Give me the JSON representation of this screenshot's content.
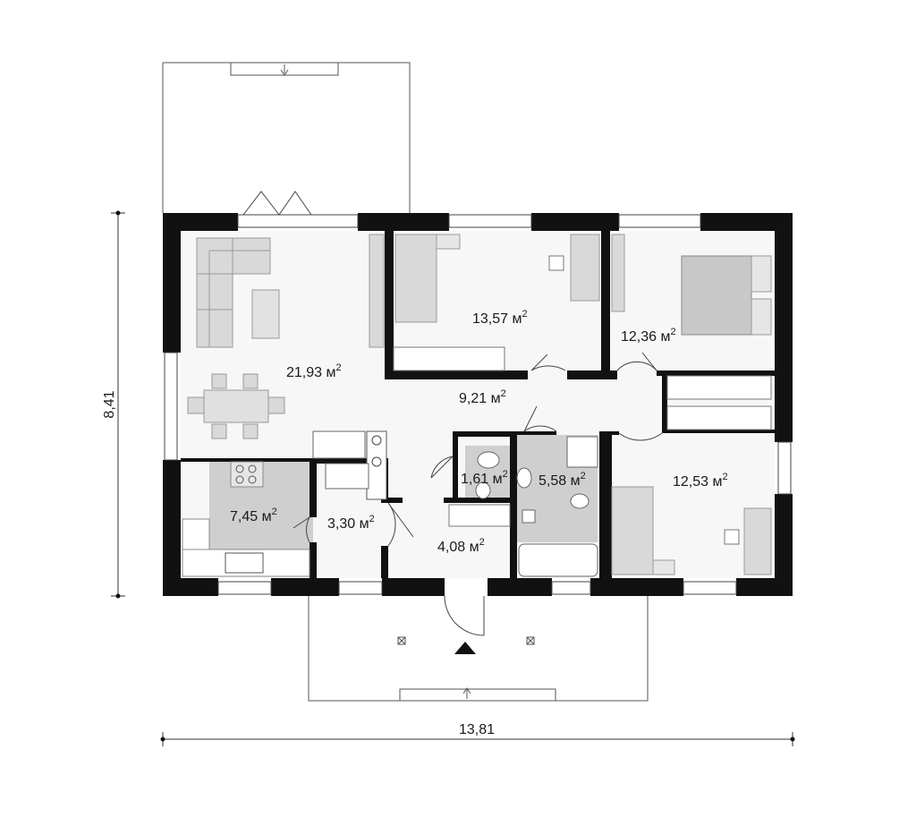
{
  "rooms": {
    "living": {
      "area": "21,93 м",
      "sup": "2"
    },
    "hall": {
      "area": "9,21 м",
      "sup": "2"
    },
    "bedroom1": {
      "area": "13,57 м",
      "sup": "2"
    },
    "bedroom2": {
      "area": "12,36 м",
      "sup": "2"
    },
    "bedroom3": {
      "area": "12,53 м",
      "sup": "2"
    },
    "kitchen": {
      "area": "7,45 м",
      "sup": "2"
    },
    "utility": {
      "area": "3,30 м",
      "sup": "2"
    },
    "vestibule": {
      "area": "4,08 м",
      "sup": "2"
    },
    "wc": {
      "area": "1,61 м",
      "sup": "2"
    },
    "bathroom": {
      "area": "5,58 м",
      "sup": "2"
    }
  },
  "dimensions": {
    "width": "13,81",
    "depth": "8,41"
  }
}
